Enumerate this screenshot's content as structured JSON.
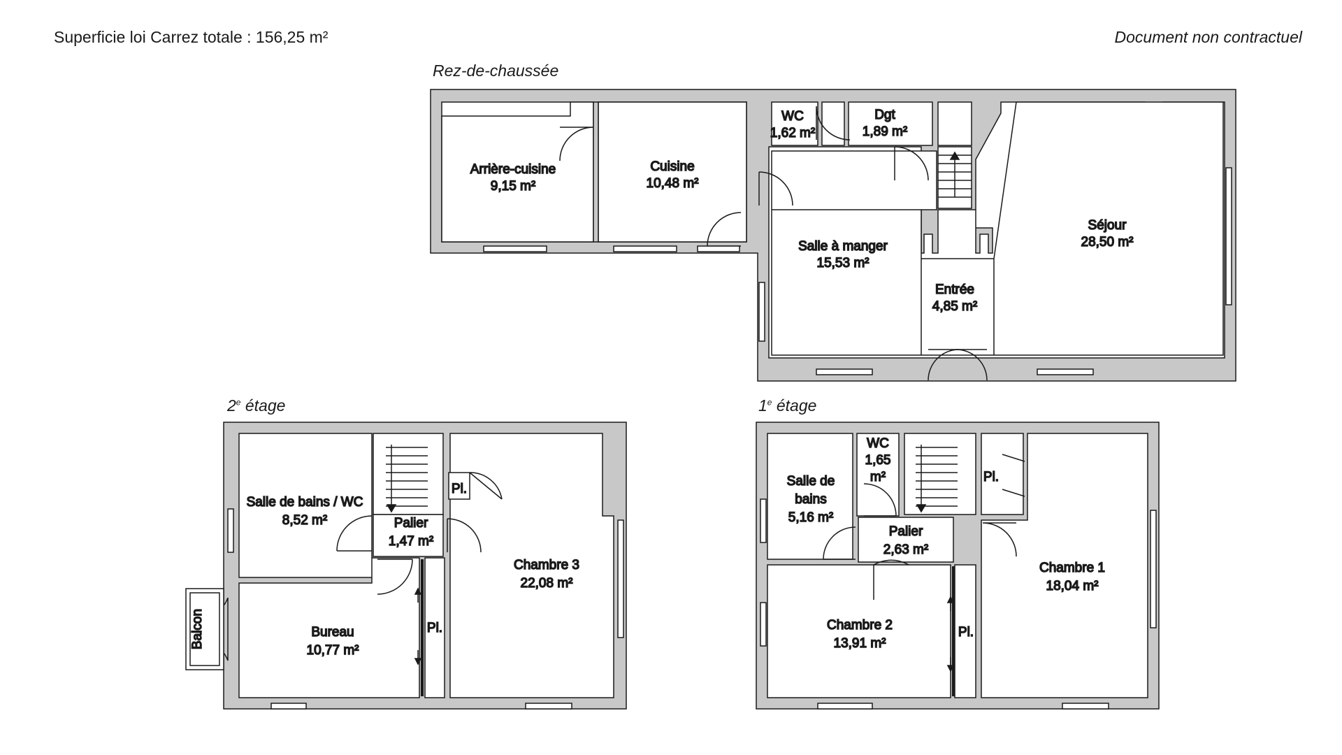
{
  "header": {
    "surface_total": "Superficie loi Carrez totale : 156,25 m²",
    "disclaimer": "Document non contractuel"
  },
  "floors": {
    "rdc": {
      "title": "Rez-de-chaussée",
      "rooms": {
        "arriere_cuisine": {
          "name": "Arrière-cuisine",
          "area": "9,15 m²"
        },
        "cuisine": {
          "name": "Cuisine",
          "area": "10,48 m²"
        },
        "wc": {
          "name": "WC",
          "area": "1,62 m²"
        },
        "dgt": {
          "name": "Dgt",
          "area": "1,89 m²"
        },
        "salle_a_manger": {
          "name": "Salle à manger",
          "area": "15,53 m²"
        },
        "entree": {
          "name": "Entrée",
          "area": "4,85 m²"
        },
        "sejour": {
          "name": "Séjour",
          "area": "28,50 m²"
        }
      }
    },
    "etage2": {
      "title_num": "2",
      "title_sup": "e",
      "title_word": " étage",
      "rooms": {
        "sdb_wc": {
          "name": "Salle de bains / WC",
          "area": "8,52 m²"
        },
        "palier": {
          "name": "Palier",
          "area": "1,47 m²"
        },
        "placard_a": {
          "name": "Pl."
        },
        "placard_b": {
          "name": "Pl."
        },
        "chambre3": {
          "name": "Chambre 3",
          "area": "22,08 m²"
        },
        "bureau": {
          "name": "Bureau",
          "area": "10,77 m²"
        },
        "balcon": {
          "name": "Balcon"
        }
      }
    },
    "etage1": {
      "title_num": "1",
      "title_sup": "e",
      "title_word": " étage",
      "rooms": {
        "sdb_line1": "Salle de",
        "sdb_line2": "bains",
        "sdb_area": "5,16 m²",
        "wc_name": "WC",
        "wc_area_line1": "1,65",
        "wc_area_line2": "m²",
        "palier": {
          "name": "Palier",
          "area": "2,63 m²"
        },
        "placard_a": {
          "name": "Pl."
        },
        "placard_b": {
          "name": "Pl."
        },
        "chambre2": {
          "name": "Chambre 2",
          "area": "13,91 m²"
        },
        "chambre1": {
          "name": "Chambre 1",
          "area": "18,04 m²"
        }
      }
    }
  },
  "colors": {
    "wall": "#c8c8c8",
    "line": "#1a1a1a",
    "background": "#ffffff"
  }
}
